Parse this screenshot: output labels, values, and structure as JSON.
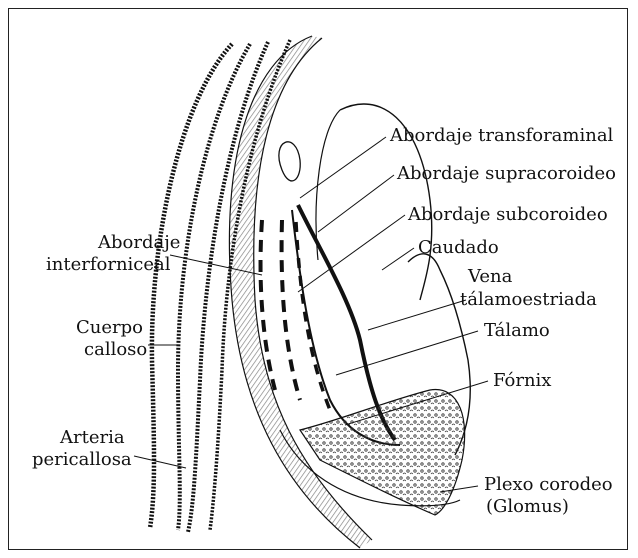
{
  "labels": {
    "transforaminal": "Abordaje transforaminal",
    "supracoroideo": "Abordaje supracoroideo",
    "subcoroideo": "Abordaje subcoroideo",
    "caudado": "Caudado",
    "vena_1": "Vena",
    "vena_2": "tálamoestriada",
    "talamo": "Tálamo",
    "fornix": "Fórnix",
    "plexo_1": "Plexo corodeo",
    "plexo_2": "(Glomus)",
    "interforniceal_1": "Abordaje",
    "interforniceal_2": "interforniceal",
    "cuerpo_1": "Cuerpo",
    "cuerpo_2": "calloso",
    "arteria_1": "Arteria",
    "arteria_2": "pericallosa"
  }
}
